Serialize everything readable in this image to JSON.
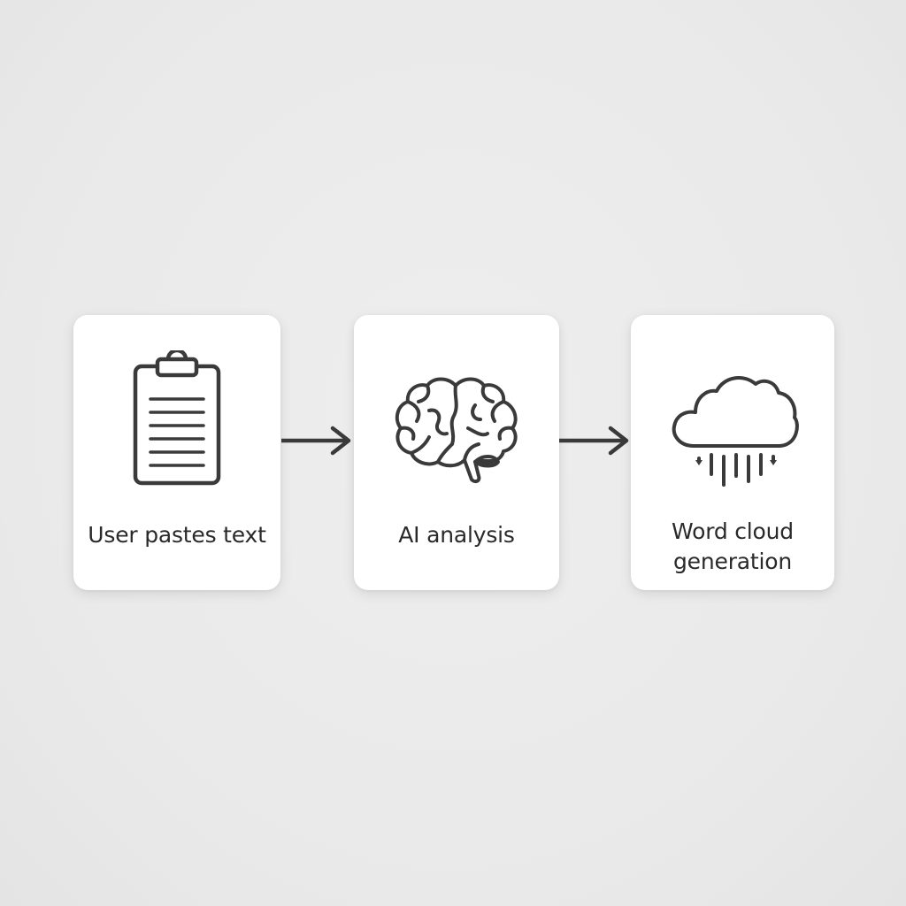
{
  "diagram": {
    "steps": [
      {
        "label_lines": [
          "User pastes text"
        ],
        "icon": "clipboard-icon"
      },
      {
        "label_lines": [
          "AI analysis"
        ],
        "icon": "brain-icon"
      },
      {
        "label_lines": [
          "Word cloud",
          "generation"
        ],
        "icon": "cloud-icon"
      }
    ],
    "colors": {
      "background": "#ebebeb",
      "card": "#ffffff",
      "stroke": "#3a3a3a",
      "text": "#2a2a2a"
    }
  }
}
